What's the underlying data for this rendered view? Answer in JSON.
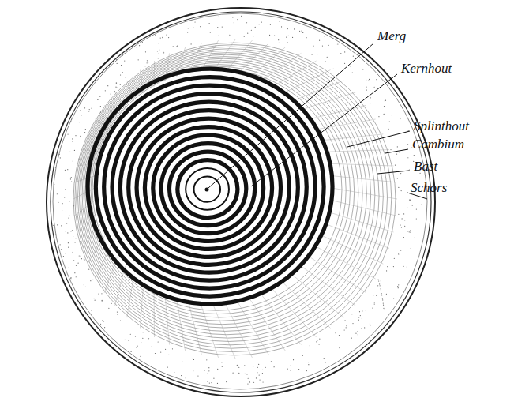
{
  "diagram": {
    "labels": [
      "Merg",
      "Kernhout",
      "Splinthout",
      "Cambium",
      "Bast",
      "Schors"
    ]
  }
}
